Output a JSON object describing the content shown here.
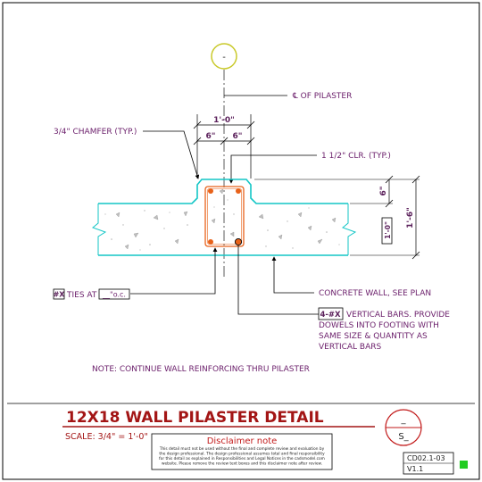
{
  "drawing": {
    "top_bubble_label": "-",
    "centerline_label": "℄ OF PILASTER",
    "dim_overall": "1'-0\"",
    "dim_left_half": "6\"",
    "dim_right_half": "6\"",
    "chamfer_note": "3/4\" CHAMFER (TYP.)",
    "clearance_note": "1 1/2\" CLR. (TYP.)",
    "dim_projection": "6\"",
    "dim_total_depth": "1'-6\"",
    "wall_thickness_tag": "1'-0\"",
    "ties_tag": "#X",
    "ties_text": "TIES AT",
    "ties_spacing_tag": "__\"o.c.",
    "concrete_wall_note": "CONCRETE WALL, SEE PLAN",
    "bars_tag": "4-#X",
    "bars_note": [
      "VERTICAL BARS. PROVIDE",
      "DOWELS INTO FOOTING WITH",
      "SAME SIZE & QUANTITY AS",
      "VERTICAL BARS"
    ],
    "general_note": "NOTE:  CONTINUE WALL REINFORCING THRU PILASTER"
  },
  "title_block": {
    "title": "12X18 WALL PILASTER DETAIL",
    "scale": "SCALE:  3/4\" = 1'-0\"",
    "disclaimer_heading": "Disclaimer note",
    "disclaimer_lines": [
      "This detail must not be used without the final and complete review and evaluation by",
      "the design professional. The design professional assumes total and final responsibility",
      "for this detail as explained in Responsibilities and Legal Notices in the cadsmodel.com",
      "website. Please remove the review text boxes and this disclaimer note after review."
    ],
    "detail_bubble_top": "_",
    "detail_bubble_bottom": "S_",
    "sheet_number": "CD02.1-03",
    "version": "V1.1"
  },
  "colors": {
    "concrete_outline": "#13c6c6",
    "rebar": "#e8621a",
    "annotation": "#6b1f6b",
    "title": "#a31515",
    "bubble": "#c9c92a",
    "status": "#22cc22"
  }
}
